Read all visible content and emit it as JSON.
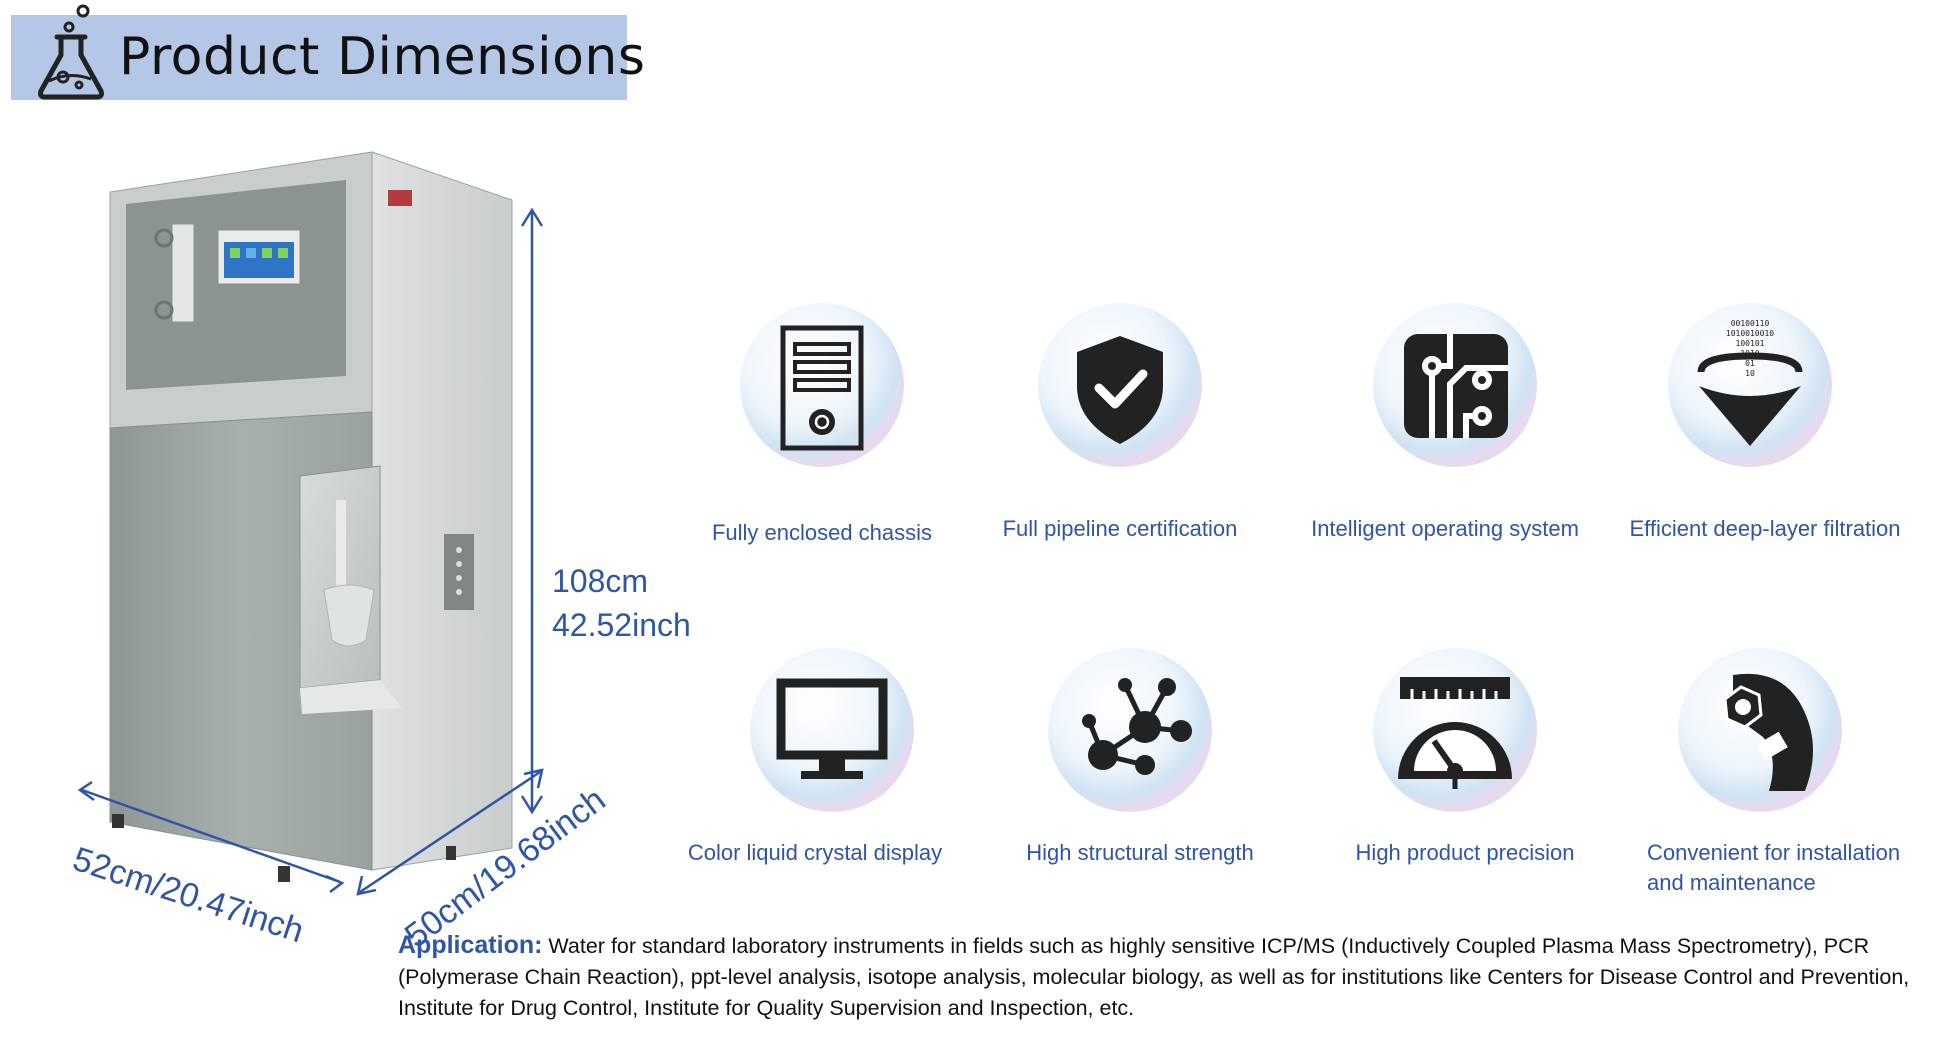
{
  "header": {
    "title": "Product Dimensions",
    "icon": "flask-icon"
  },
  "dimensions": {
    "height_cm": "108cm",
    "height_inch": "42.52inch",
    "width": "52cm/20.47inch",
    "depth": "50cm/19.68inch"
  },
  "features": [
    {
      "label": "Fully enclosed chassis",
      "icon": "computer-case-icon"
    },
    {
      "label": "Full pipeline certification",
      "icon": "shield-check-icon"
    },
    {
      "label": "Intelligent operating system",
      "icon": "circuit-icon"
    },
    {
      "label": "Efficient deep-layer filtration",
      "icon": "filter-funnel-icon"
    },
    {
      "label": "Color liquid crystal display",
      "icon": "monitor-icon"
    },
    {
      "label": "High structural strength",
      "icon": "molecule-icon"
    },
    {
      "label": "High product precision",
      "icon": "protractor-icon"
    },
    {
      "label": "Convenient for installation and maintenance",
      "icon": "wrench-icon"
    }
  ],
  "application": {
    "key": "Application:",
    "text": "Water for standard laboratory instruments in fields such as highly sensitive ICP/MS (Inductively Coupled Plasma Mass Spectrometry), PCR (Polymerase Chain Reaction), ppt-level analysis, isotope analysis, molecular biology, as well as for institutions like Centers for Disease Control and Prevention, Institute for Drug Control, Institute for Quality Supervision and Inspection, etc."
  },
  "colors": {
    "accent": "#2f55a5",
    "header_bg": "#b4c7e7",
    "machine": "#a9b0ae"
  }
}
